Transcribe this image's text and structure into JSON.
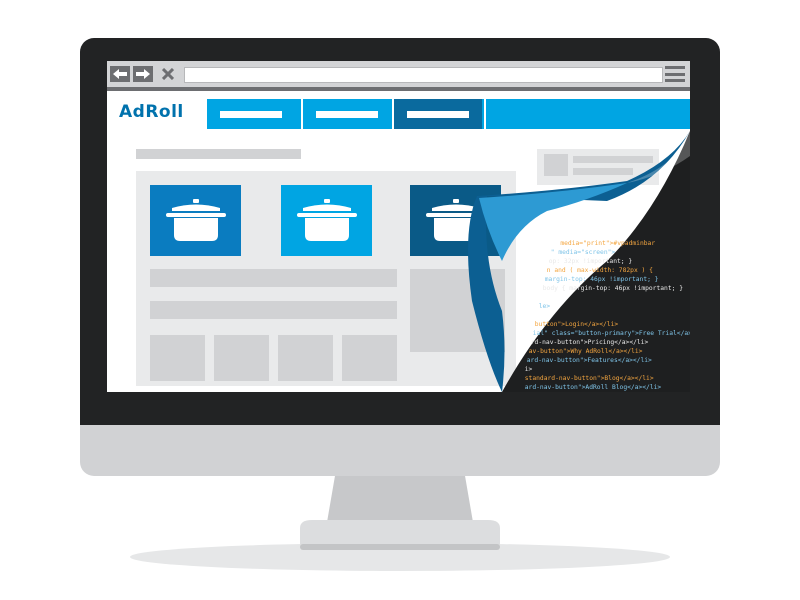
{
  "app": {
    "brand": "AdRoll",
    "brand_color": "#0072ad",
    "accent_color": "#00a5e3",
    "active_tab_color": "#0a6a9e"
  },
  "browser": {
    "back_icon": "arrow-left-icon",
    "forward_icon": "arrow-right-icon",
    "close_icon": "close-icon",
    "menu_icon": "hamburger-menu-icon"
  },
  "cards": [
    {
      "icon": "cooking-pot-icon",
      "color": "#0a7cc0"
    },
    {
      "icon": "cooking-pot-icon",
      "color": "#00a5e3"
    },
    {
      "icon": "cooking-pot-icon",
      "color": "#0a5a87"
    }
  ],
  "code": {
    "lines": [
      {
        "text": "        media=\"print\">#vpadminbar"
      },
      {
        "text": "      \" media=\"screen\">"
      },
      {
        "text": "      op: 32px !important; }"
      },
      {
        "text": "      n and ( max-width: 782px ) {"
      },
      {
        "text": "      margin-top: 46px !important; }"
      },
      {
        "text": "      body { margin-top: 46px !important; }"
      },
      {
        "text": ""
      },
      {
        "text": "      le>"
      },
      {
        "text": ""
      },
      {
        "text": "      button\">Login</a></li>"
      },
      {
        "text": "      ial\" class=\"button-primary\">Free Trial</a></li>"
      },
      {
        "text": "      rd-nav-button\">Pricing</a></li>"
      },
      {
        "text": "      av-button\">Why AdRoll</a></li>"
      },
      {
        "text": "      ard-nav-button\">Features</a></li>"
      },
      {
        "text": "      i>"
      },
      {
        "text": "      standard-nav-button\">Blog</a></li>"
      },
      {
        "text": "      ard-nav-button\">AdRoll Blog</a></li>"
      }
    ]
  }
}
